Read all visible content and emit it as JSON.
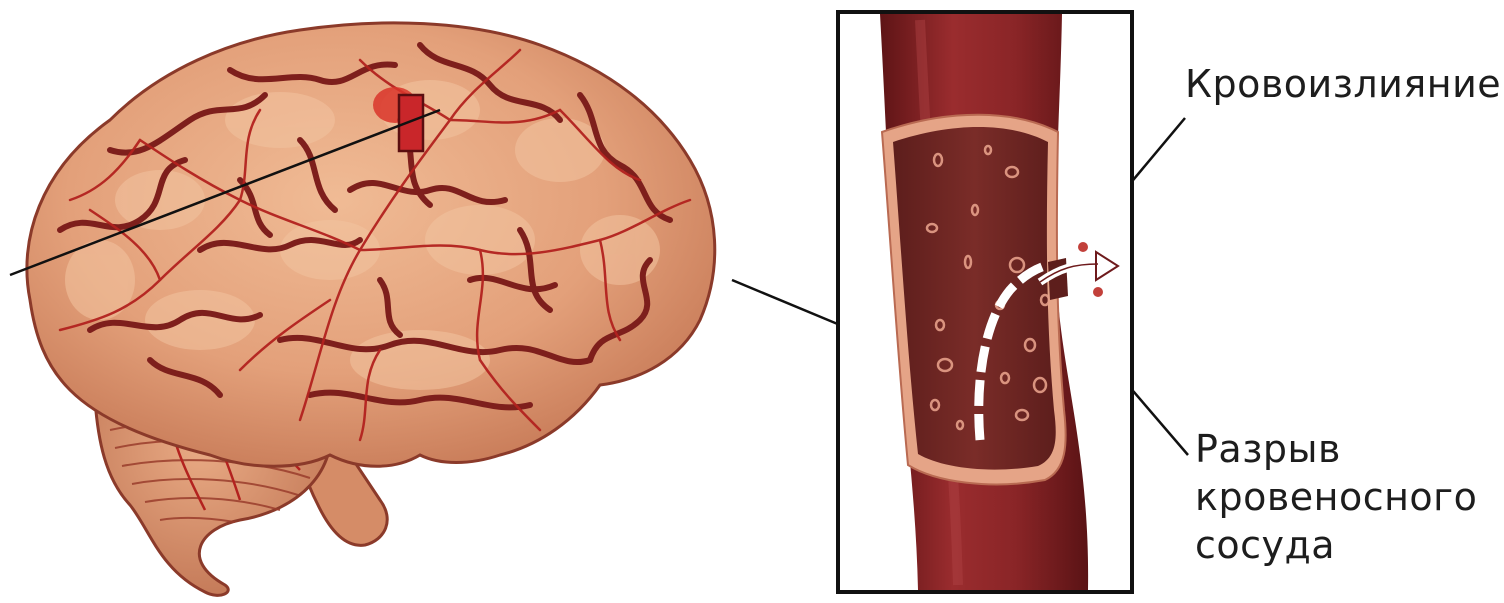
{
  "labels": {
    "hemorrhage": "Кровоизлияние",
    "rupture": {
      "line1": "Разрыв",
      "line2": "кровеносного",
      "line3": "сосуда"
    }
  },
  "colors": {
    "brain_fill": "#e3a07a",
    "brain_shadow": "#b8694a",
    "sulci": "#7e1f1c",
    "arteries": "#b3221f",
    "vessel_dark": "#6e1a1c",
    "vessel_mid": "#8a2527",
    "vessel_interior": "#6a2421",
    "vessel_wall": "#e5a487",
    "text": "#1d1d1d",
    "lines": "#111111"
  }
}
